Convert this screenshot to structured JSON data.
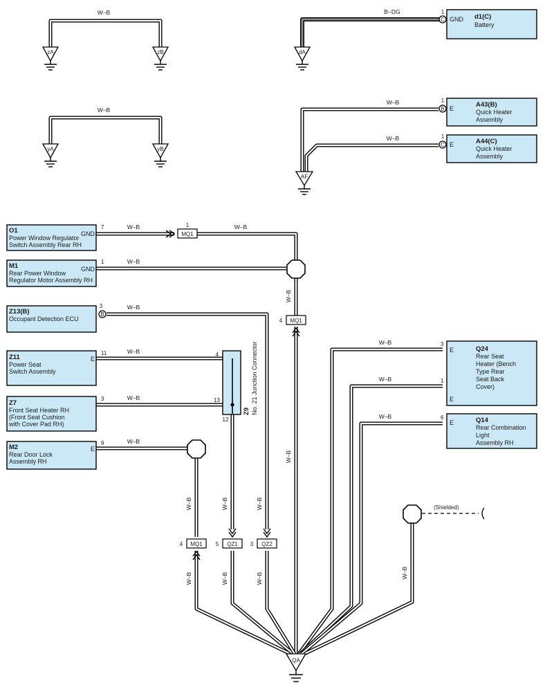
{
  "wire_labels": {
    "wb": "W–B",
    "bdg": "B–DG"
  },
  "grounds": {
    "zA": "zA",
    "zB": "zB",
    "yA": "yA",
    "yB": "yB",
    "dA": "dA",
    "AF": "AF",
    "QA": "QA"
  },
  "components": {
    "d1": {
      "title": "d1(C)",
      "lines": [
        "Battery"
      ],
      "pin": "1",
      "terminal": "GND",
      "conn": "C"
    },
    "a43": {
      "title": "A43(B)",
      "lines": [
        "Quick Heater",
        "Assembly"
      ],
      "pin": "1",
      "terminal": "E",
      "conn": "B"
    },
    "a44": {
      "title": "A44(C)",
      "lines": [
        "Quick Heater",
        "Assembly"
      ],
      "pin": "1",
      "terminal": "E",
      "conn": "C"
    },
    "o1": {
      "title": "O1",
      "lines": [
        "Power Window Regulator",
        "Switch Assembly Rear RH"
      ],
      "pin": "7",
      "terminal": "GND"
    },
    "m1": {
      "title": "M1",
      "lines": [
        "Rear Power Window",
        "Regulator Motor Assembly RH"
      ],
      "pin": "1",
      "terminal": "GND"
    },
    "z13": {
      "title": "Z13(B)",
      "lines": [
        "Occupant Detection ECU"
      ],
      "pin": "3",
      "conn": "B"
    },
    "z11": {
      "title": "Z11",
      "lines": [
        "Power Seat",
        "Switch Assembly"
      ],
      "pin": "11",
      "terminal": "E"
    },
    "z7": {
      "title": "Z7",
      "lines": [
        "Front Seat Heater RH",
        "(Front Seat Cushion",
        "with Cover Pad RH)"
      ],
      "pin": "3"
    },
    "m2": {
      "title": "M2",
      "lines": [
        "Rear Door Lock",
        "Assembly RH"
      ],
      "pin": "9",
      "terminal": "E"
    },
    "q24": {
      "title": "Q24",
      "lines": [
        "Rear Seat",
        "Heater (Bench",
        "Type Rear",
        "Seat Back",
        "Cover)"
      ],
      "pins": [
        "3",
        "1"
      ],
      "terminal": "E"
    },
    "q14": {
      "title": "Q14",
      "lines": [
        "Rear Combination",
        "Light",
        "Assembly RH"
      ],
      "pin": "6",
      "terminal": "E"
    }
  },
  "connectors": {
    "mq1_top": {
      "label": "MQ1",
      "pin": "1"
    },
    "mq1_mid": {
      "label": "MQ1",
      "pin": "4"
    },
    "mq1_low": {
      "label": "MQ1",
      "pin": "4"
    },
    "qz1": {
      "label": "QZ1",
      "pin": "5"
    },
    "qz2": {
      "label": "QZ2",
      "pin": "3"
    }
  },
  "junction": {
    "id": "Z9",
    "name": "No. 21 Junction Connector",
    "pins": [
      "4",
      "13",
      "12"
    ]
  },
  "shielded": "(Shielded)"
}
